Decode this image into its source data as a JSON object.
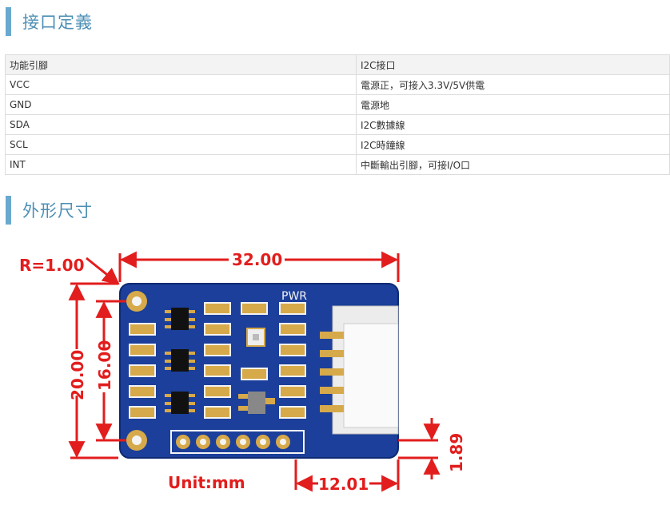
{
  "section1": {
    "title": "接口定義"
  },
  "table": {
    "header": [
      "功能引腳",
      "I2C接口"
    ],
    "rows": [
      [
        "VCC",
        "電源正，可接入3.3V/5V供電"
      ],
      [
        "GND",
        "電源地"
      ],
      [
        "SDA",
        "I2C數據線"
      ],
      [
        "SCL",
        "I2C時鐘線"
      ],
      [
        "INT",
        "中斷輸出引腳，可接I/O口"
      ]
    ]
  },
  "section2": {
    "title": "外形尺寸"
  },
  "drawing": {
    "radius_label": "R=1.00",
    "width_label": "32.00",
    "height_outer_label": "20.00",
    "height_inner_label": "16.00",
    "offset_label": "1.89",
    "connector_label": "12.01",
    "unit_label": "Unit:mm",
    "silkscreen": "PWR",
    "colors": {
      "dimension": "#e21d1d",
      "board": "#1b3f9a",
      "pad": "#d6a94a"
    }
  }
}
